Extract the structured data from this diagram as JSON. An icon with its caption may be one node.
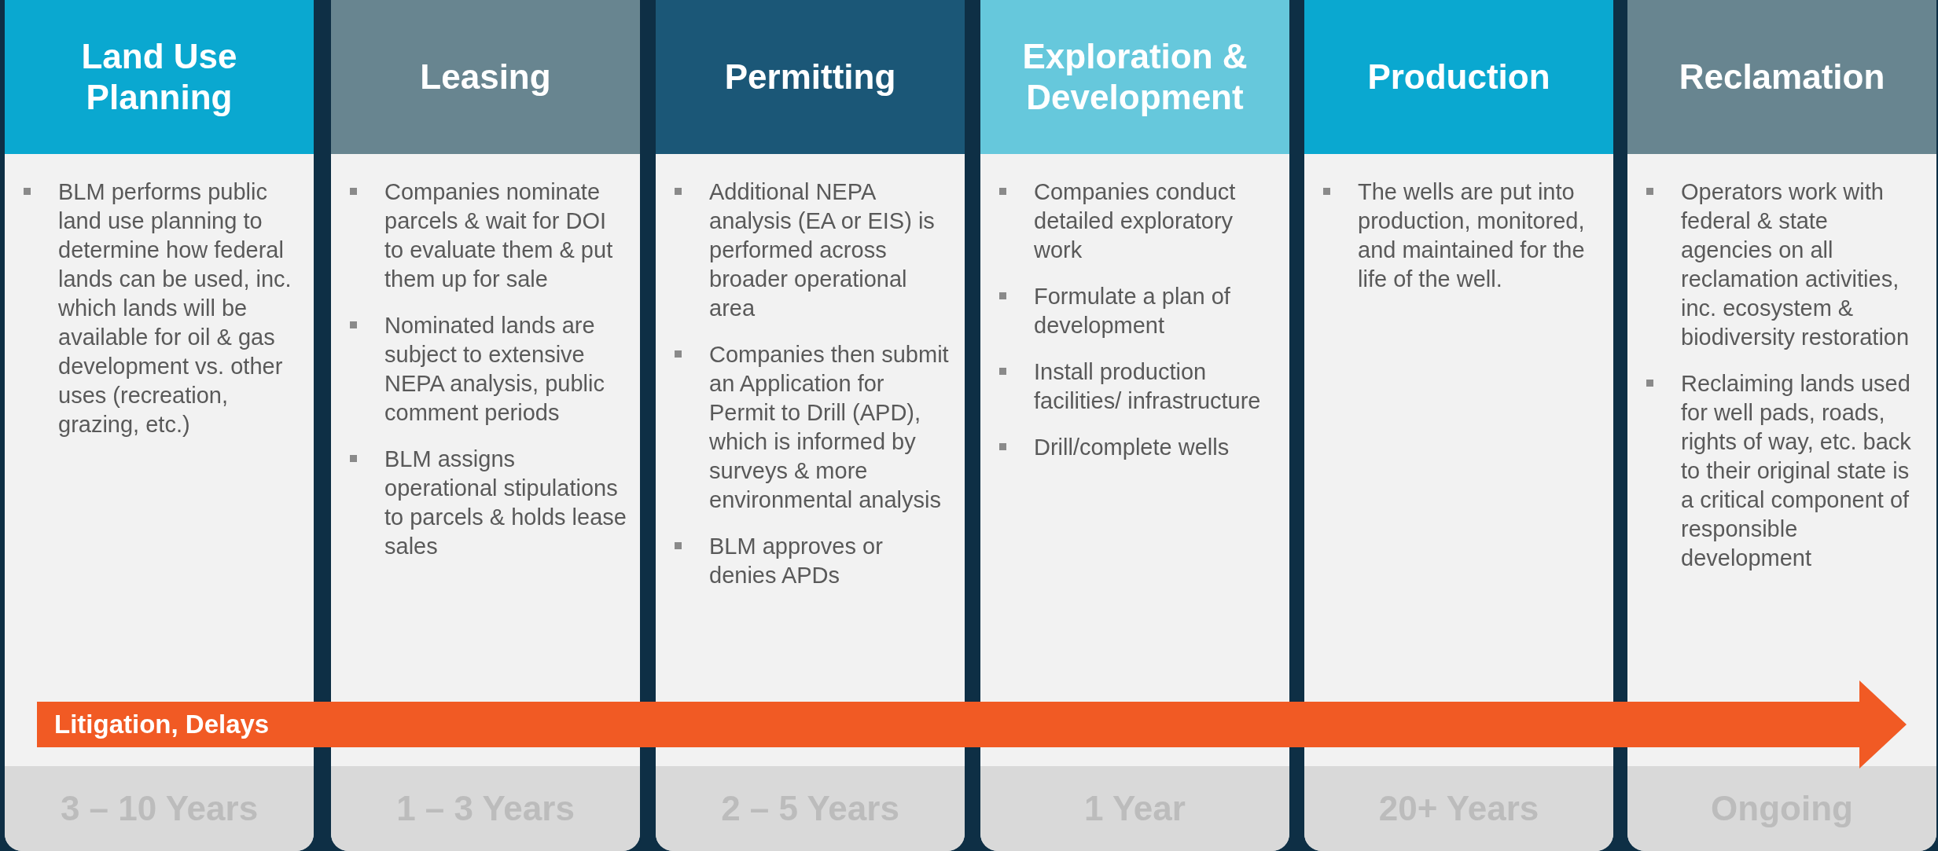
{
  "diagram": {
    "nodes": [
      {
        "text": [
          "Land Use Planning",
          "BLM performs public land use planning to determine how federal lands can be used, inc. which lands will be available for oil & gas development vs. other uses (recreation, grazing, etc.)",
          "3 – 10 Years"
        ]
      },
      {
        "text": [
          "Leasing",
          "Companies nominate parcels & wait for DOI to evaluate them & put them up for sale",
          "Nominated lands are subject to extensive NEPA analysis, public comment periods",
          "BLM assigns operational stipulations to parcels & holds lease sales",
          "1 – 3 Years"
        ]
      },
      {
        "text": [
          "Permitting",
          "Additional NEPA analysis (EA or EIS) is performed across broader operational area",
          "Companies then submit an Application for Permit to Drill (APD), which is informed by surveys & more environmental analysis",
          "BLM approves or denies APDs",
          "2 – 5 Years"
        ]
      },
      {
        "text": [
          "Exploration & Development",
          "Companies conduct detailed exploratory work",
          "Formulate a plan of development",
          "Install production facilities/ infrastructure",
          "Drill/complete wells",
          "1 Year"
        ]
      },
      {
        "text": [
          "Production",
          "The wells are put into production, monitored, and maintained for the life of the well.",
          "20+ Years"
        ]
      },
      {
        "text": [
          "Reclamation",
          "Operators work with federal  & state agencies on all reclamation activities, inc. ecosystem & biodiversity restoration",
          "Reclaiming lands used for well pads, roads, rights of way, etc. back to their original state is a critical component of responsible development",
          "Ongoing"
        ]
      },
      {
        "text": [
          "Litigation, Delays"
        ]
      }
    ]
  }
}
